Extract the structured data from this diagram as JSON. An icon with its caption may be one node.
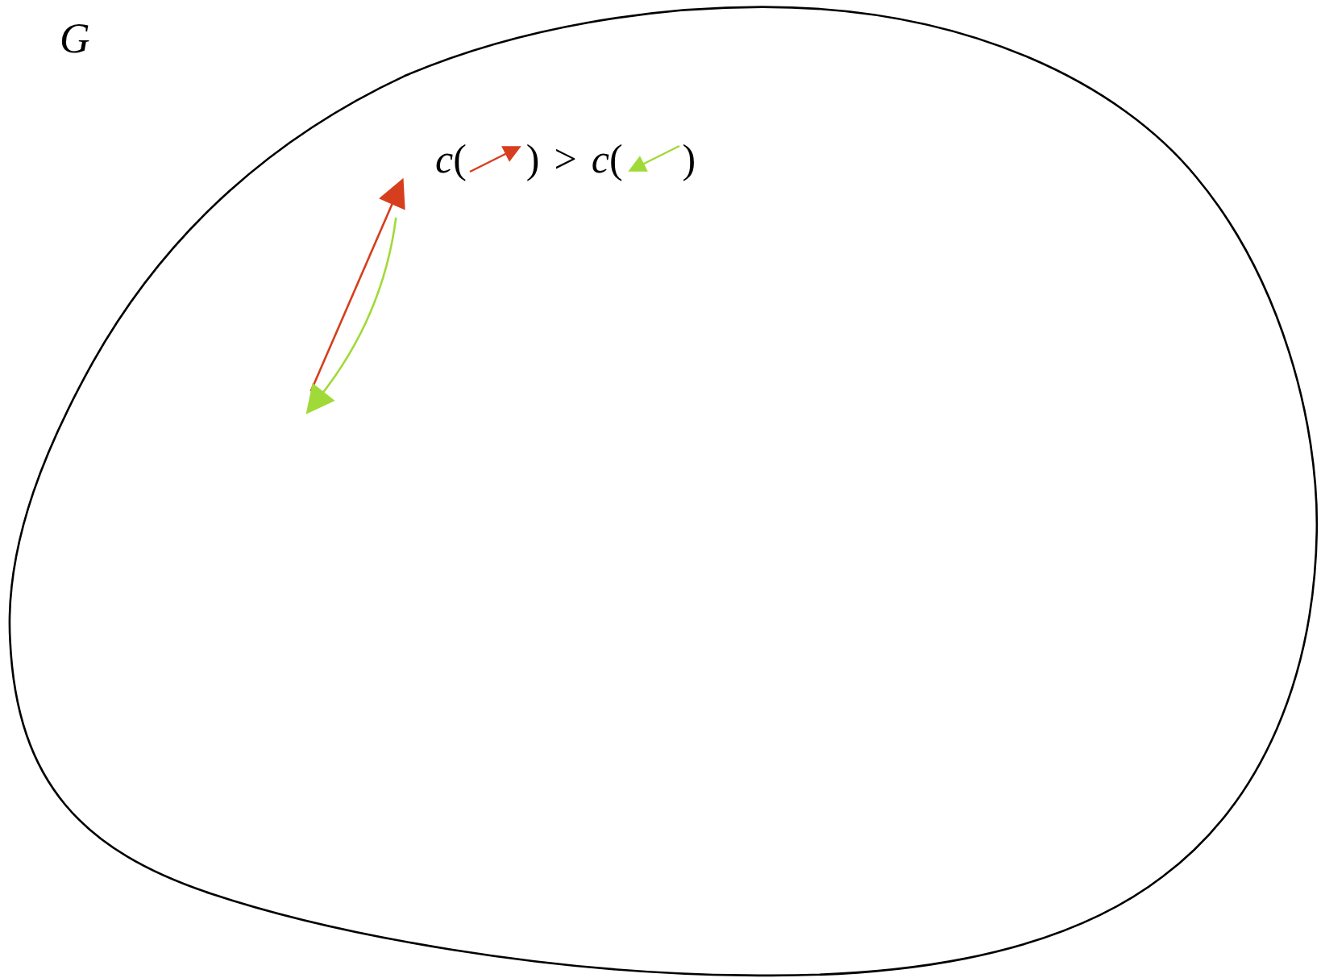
{
  "diagram": {
    "nodes": [
      {
        "text": [
          "G"
        ]
      }
    ],
    "labels": [
      "*c*(",
      ")",
      ">",
      "*c*(",
      ")"
    ]
  }
}
